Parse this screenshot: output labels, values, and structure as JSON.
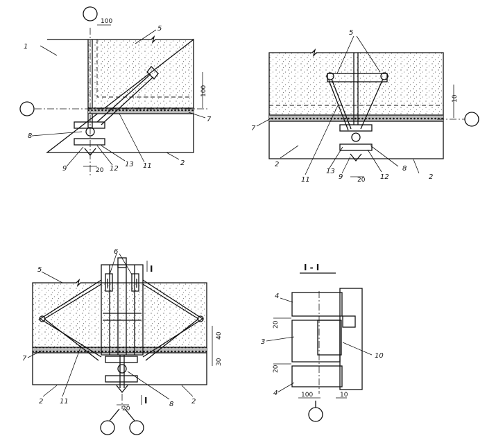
{
  "details": {
    "top_left": {
      "labels": [
        "1",
        "5",
        "7",
        "8",
        "9",
        "12",
        "13",
        "11",
        "2"
      ],
      "dims": [
        "100",
        "100",
        "20"
      ]
    },
    "top_right": {
      "labels": [
        "5",
        "7",
        "2",
        "11",
        "13",
        "9",
        "12",
        "8",
        "2"
      ],
      "dims": [
        "10",
        "20"
      ]
    },
    "bottom_left": {
      "labels": [
        "5",
        "6",
        "7",
        "2",
        "11",
        "8",
        "2",
        "I",
        "I"
      ],
      "dims": [
        "40",
        "30",
        "20"
      ]
    },
    "section": {
      "title": "I - I",
      "labels": [
        "4",
        "3",
        "10",
        "4"
      ],
      "dims": [
        "20",
        "20",
        "100",
        "10"
      ]
    }
  }
}
